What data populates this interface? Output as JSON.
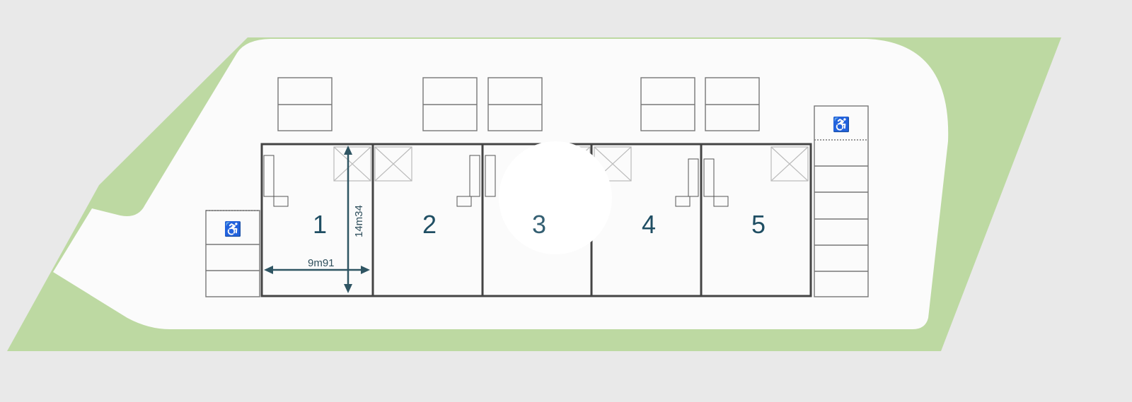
{
  "plan": {
    "units": [
      {
        "label": "1"
      },
      {
        "label": "2"
      },
      {
        "label": "3"
      },
      {
        "label": "4"
      },
      {
        "label": "5"
      }
    ],
    "dimensions": {
      "width_label": "9m91",
      "depth_label": "14m34"
    },
    "accessible_icon": "wheelchair-icon",
    "colors": {
      "background": "#e9e9e9",
      "green": "#bdd9a2",
      "ground": "#fbfbfb",
      "label": "#1f4e63",
      "dimension": "#2f5563"
    }
  }
}
